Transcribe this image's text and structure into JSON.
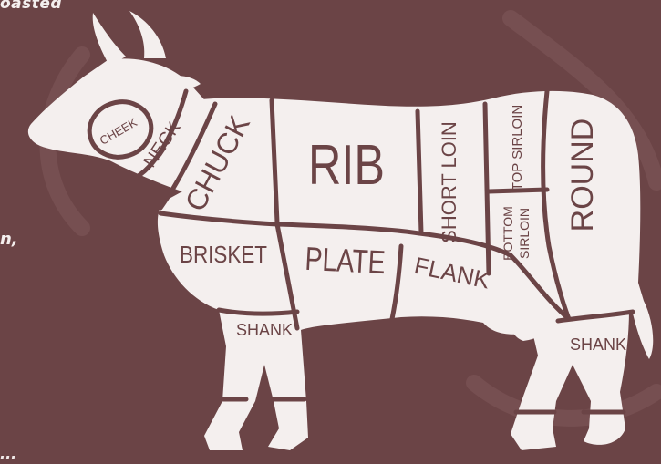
{
  "fragments": {
    "top": "oasted",
    "middle": "n,",
    "bottom": "..."
  },
  "cuts": {
    "cheek": "CHEEK",
    "neck": "NECK",
    "chuck": "CHUCK",
    "rib": "RIB",
    "short_loin": "SHORT LOIN",
    "top_sirloin": "TOP SIRLOIN",
    "bottom_sirloin_1": "BOTTOM",
    "bottom_sirloin_2": "SIRLOIN",
    "round": "ROUND",
    "brisket": "BRISKET",
    "plate": "PLATE",
    "flank": "FLANK",
    "shank_front": "SHANK",
    "shank_rear": "SHANK"
  },
  "colors": {
    "background": "#6b4446",
    "cow": "#f4efee",
    "lines": "#6b4446"
  }
}
